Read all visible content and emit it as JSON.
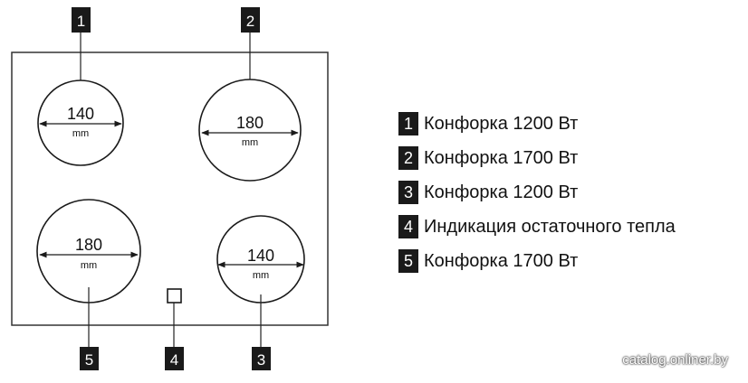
{
  "zones": [
    {
      "number": "1",
      "diameter": "140",
      "unit": "mm"
    },
    {
      "number": "2",
      "diameter": "180",
      "unit": "mm"
    },
    {
      "number": "3",
      "diameter": "140",
      "unit": "mm"
    },
    {
      "number": "5",
      "diameter": "180",
      "unit": "mm"
    }
  ],
  "indicator": {
    "number": "4"
  },
  "legend": [
    {
      "number": "1",
      "text": "Конфорка 1200 Вт"
    },
    {
      "number": "2",
      "text": "Конфорка 1700 Вт"
    },
    {
      "number": "3",
      "text": "Конфорка 1200 Вт"
    },
    {
      "number": "4",
      "text": "Индикация остаточного тепла"
    },
    {
      "number": "5",
      "text": "Конфорка 1700 Вт"
    }
  ],
  "watermark": "catalog.onliner.by",
  "colors": {
    "line": "#1a1a1a",
    "badge": "#1a1a1a"
  }
}
